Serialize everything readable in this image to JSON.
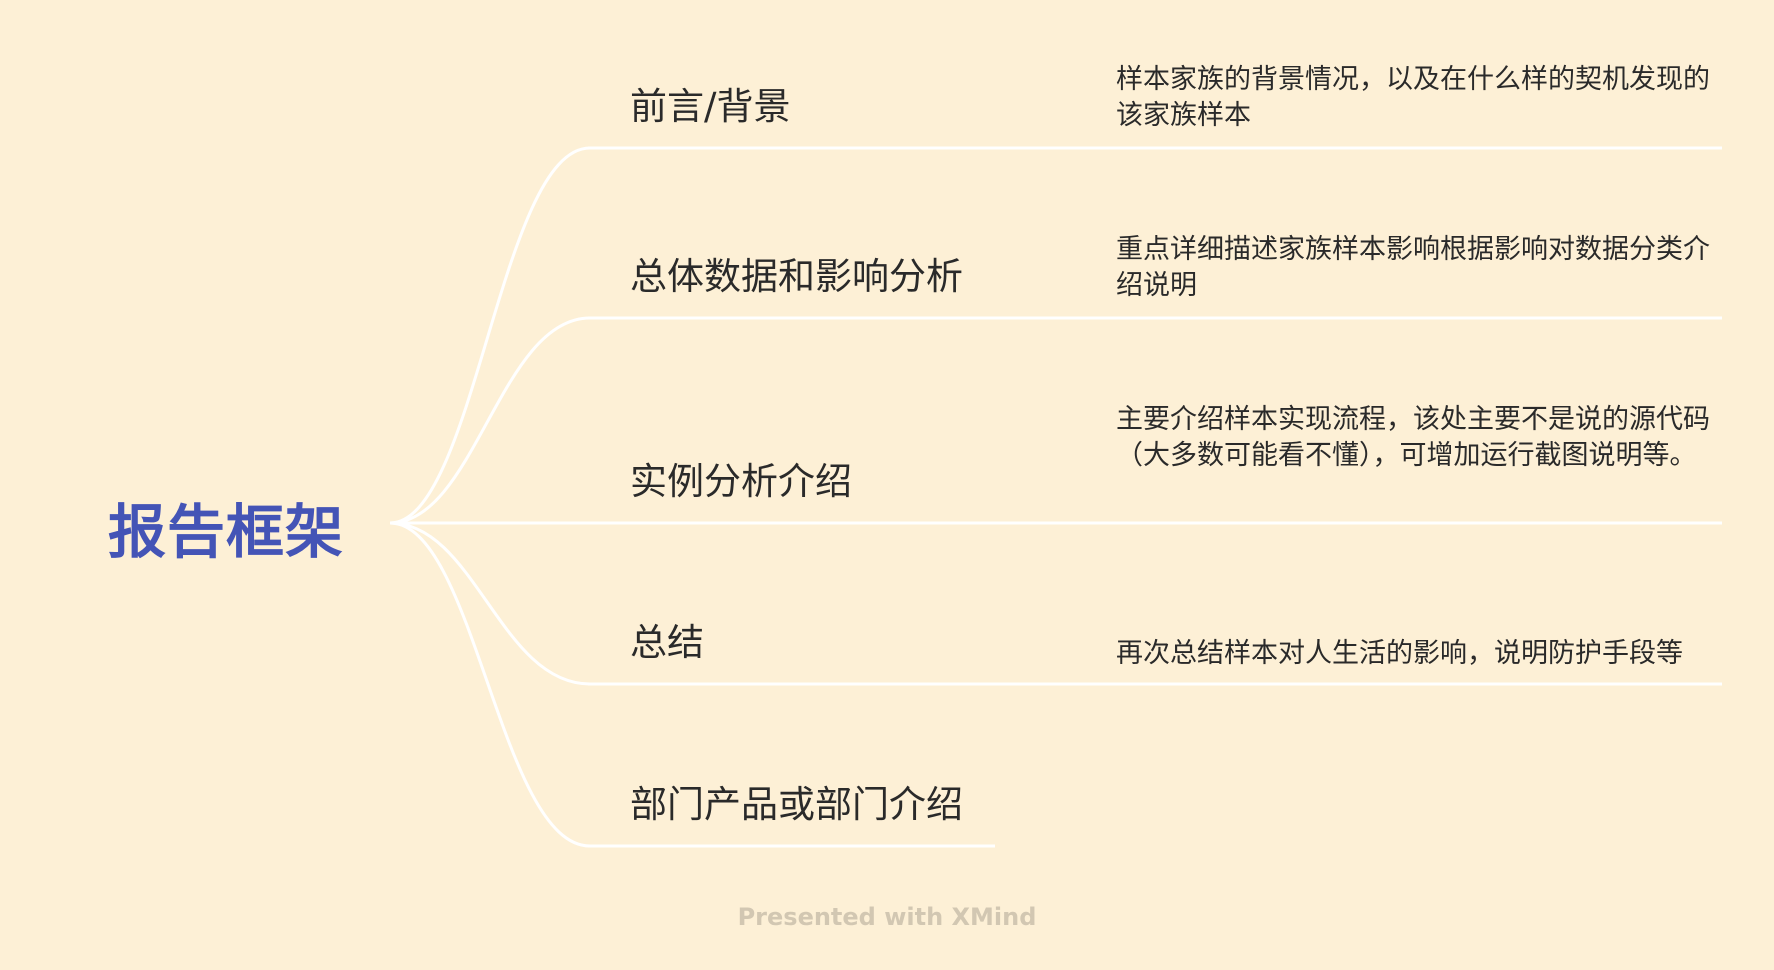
{
  "mindmap": {
    "root": "报告框架",
    "branches": [
      {
        "title": "前言/背景",
        "desc": "样本家族的背景情况，以及在什么样的契机发现的该家族样本"
      },
      {
        "title": "总体数据和影响分析",
        "desc": "重点详细描述家族样本影响根据影响对数据分类介绍说明"
      },
      {
        "title": "实例分析介绍",
        "desc": "主要介绍样本实现流程，该处主要不是说的源代码（大多数可能看不懂），可增加运行截图说明等。"
      },
      {
        "title": "总结",
        "desc": "再次总结样本对人生活的影响，说明防护手段等"
      },
      {
        "title": "部门产品或部门介绍",
        "desc": ""
      }
    ]
  },
  "footer": "Presented with XMind",
  "colors": {
    "background": "#fdf0d6",
    "root_text": "#4454b6",
    "connector": "#ffffff",
    "text": "#2a2a2a",
    "footer": "#d2c7b2"
  }
}
